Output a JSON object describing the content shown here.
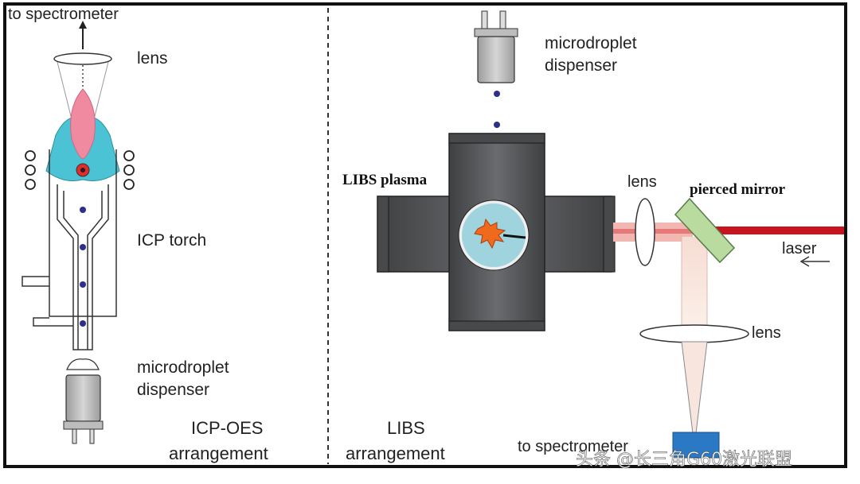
{
  "left_panel": {
    "to_spectrometer": "to spectrometer",
    "lens": "lens",
    "icp_torch": "ICP torch",
    "dispenser_line1": "microdroplet",
    "dispenser_line2": "dispenser",
    "caption_line1": "ICP-OES",
    "caption_line2": "arrangement"
  },
  "right_panel": {
    "dispenser_line1": "microdroplet",
    "dispenser_line2": "dispenser",
    "libs_plasma": "LIBS plasma",
    "lens_top": "lens",
    "pierced_mirror": "pierced mirror",
    "laser": "laser",
    "lens_bottom": "lens",
    "to_spectrometer": "to spectrometer",
    "caption_line1": "LIBS",
    "caption_line2": "arrangement"
  },
  "watermark": "头条 @长三角G60激光联盟",
  "colors": {
    "frame": "#111111",
    "plasma_pink": "#f08aa0",
    "plasma_cyan": "#4cc3d4",
    "chamber": "#58595b",
    "window": "#9fd4df",
    "spark": "#f06a1e",
    "laser_red": "#c8141e",
    "mirror": "#b9dba0",
    "droplet": "#2e2f8a",
    "detector": "#2b78c5"
  }
}
